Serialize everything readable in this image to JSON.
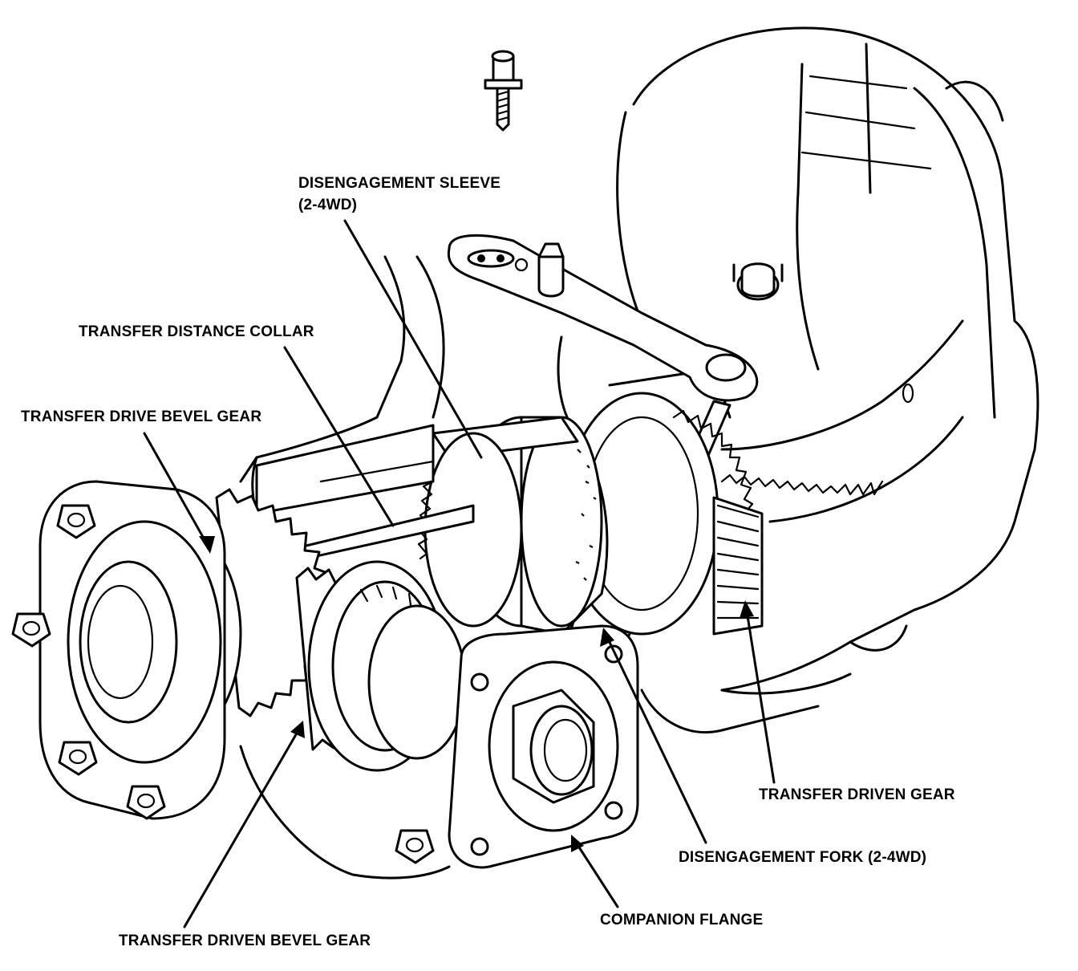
{
  "labels": {
    "disengagement_sleeve_line1": "DISENGAGEMENT SLEEVE",
    "disengagement_sleeve_line2": "(2-4WD)",
    "transfer_distance_collar": "TRANSFER DISTANCE COLLAR",
    "transfer_drive_bevel_gear": "TRANSFER DRIVE BEVEL GEAR",
    "transfer_driven_gear": "TRANSFER DRIVEN GEAR",
    "disengagement_fork": "DISENGAGEMENT FORK (2-4WD)",
    "companion_flange": "COMPANION FLANGE",
    "transfer_driven_bevel_gear": "TRANSFER DRIVEN BEVEL GEAR"
  }
}
